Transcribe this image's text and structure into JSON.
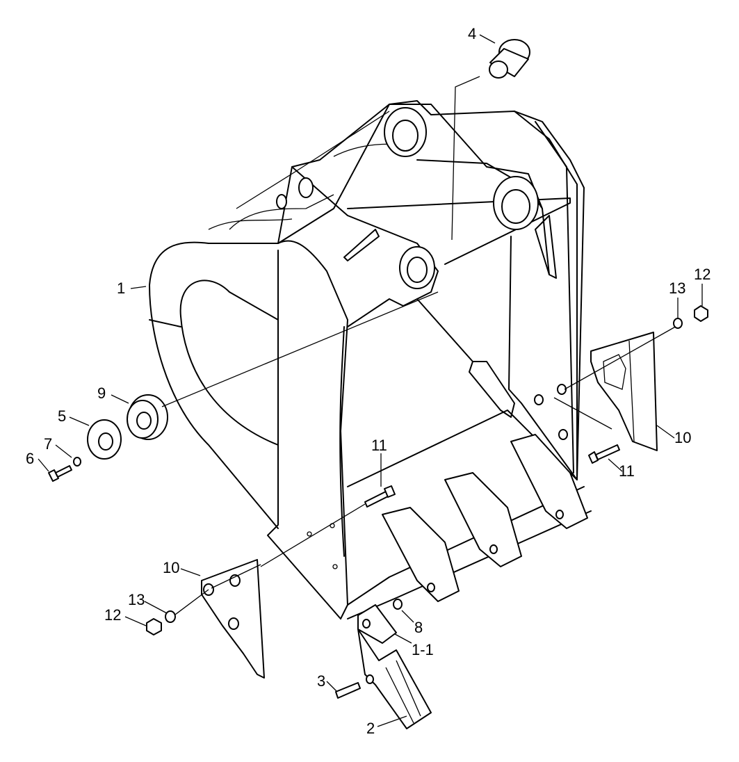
{
  "diagram": {
    "labels": {
      "bucket": "1",
      "tooth_adapter": "1-1",
      "tooth": "2",
      "tooth_pin": "3",
      "bushing": "4",
      "shim_plate": "5",
      "bolt": "6",
      "washer": "7",
      "pin_lock": "8",
      "shim_ring": "9",
      "side_cutter_left": "10",
      "side_cutter_right": "10",
      "side_bolt_left": "11",
      "side_bolt_right": "11",
      "nut_left": "12",
      "nut_right": "12",
      "nut_washer_left": "13",
      "nut_washer_right": "13"
    }
  }
}
